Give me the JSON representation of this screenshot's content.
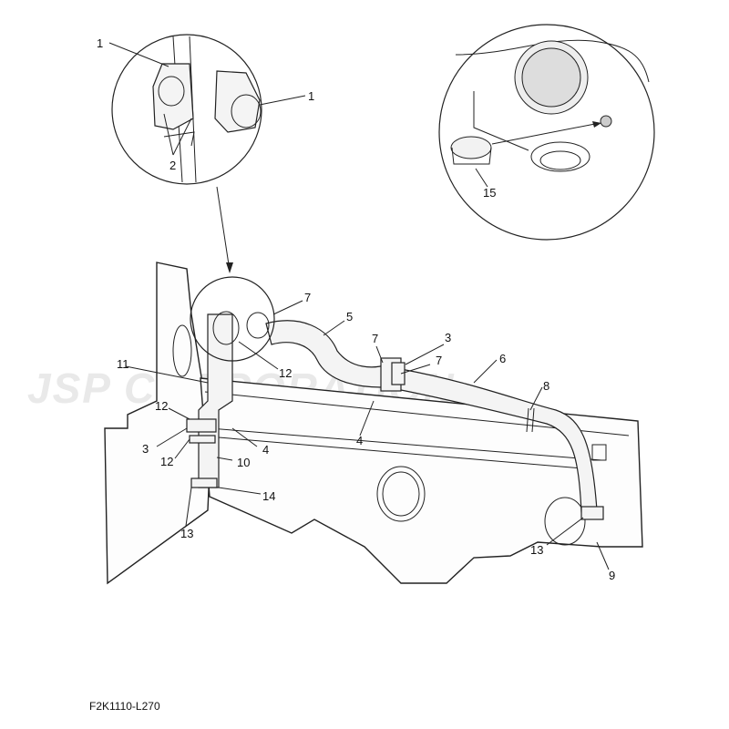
{
  "watermark": "JSP CORPORATION",
  "figure_code": "F2K1110-L270",
  "callouts": {
    "c1a": "1",
    "c1b": "1",
    "c2": "2",
    "c15": "15",
    "c7a": "7",
    "c5": "5",
    "c7b": "7",
    "c3a": "3",
    "c7c": "7",
    "c6": "6",
    "c11": "11",
    "c12a": "12",
    "c12b": "12",
    "c8": "8",
    "c3b": "3",
    "c4a": "4",
    "c4b": "4",
    "c12c": "12",
    "c10": "10",
    "c14": "14",
    "c13a": "13",
    "c13b": "13",
    "c9": "9"
  }
}
